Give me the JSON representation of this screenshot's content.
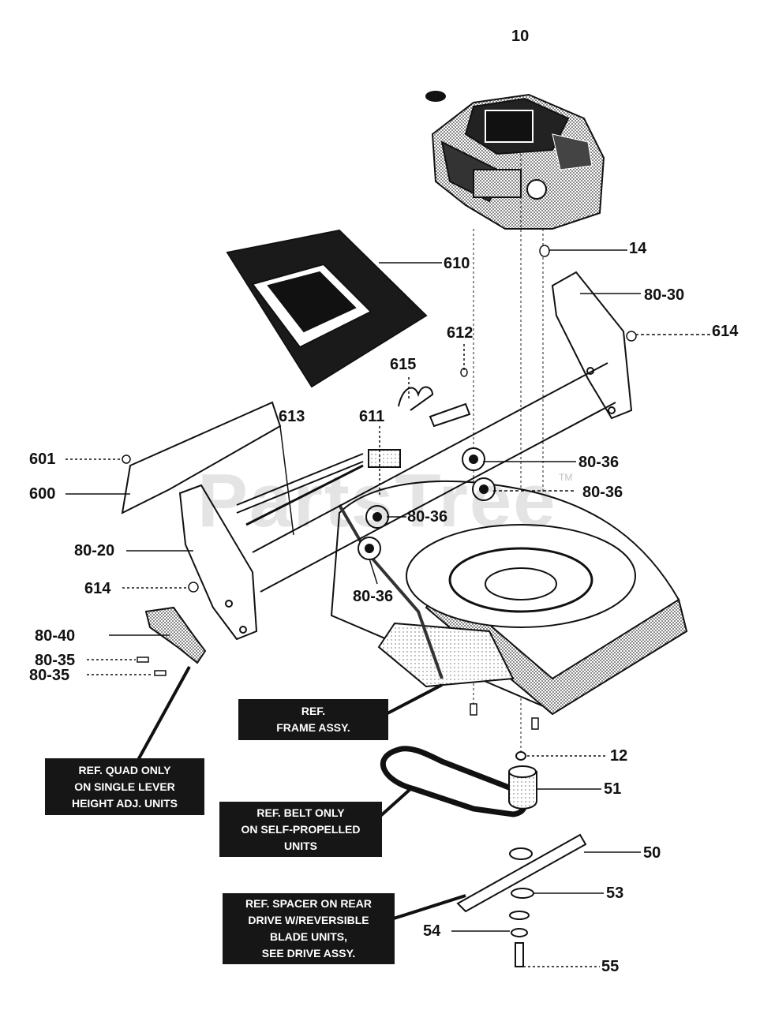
{
  "watermark": {
    "text": "PartsTree",
    "tm": "TM"
  },
  "labels": {
    "p10": "10",
    "p14": "14",
    "p610": "610",
    "p80_30": "80-30",
    "p614_right": "614",
    "p612": "612",
    "p615": "615",
    "p613": "613",
    "p611": "611",
    "p601": "601",
    "p600": "600",
    "p80_36_a": "80-36",
    "p80_36_b": "80-36",
    "p80_36_c": "80-36",
    "p80_36_d": "80-36",
    "p80_20": "80-20",
    "p614_left": "614",
    "p80_40": "80-40",
    "p80_35_a": "80-35",
    "p80_35_b": "80-35",
    "p12": "12",
    "p51": "51",
    "p50": "50",
    "p53": "53",
    "p54": "54",
    "p55": "55"
  },
  "notes": {
    "frame": [
      "REF.",
      "FRAME ASSY."
    ],
    "quad": [
      "REF. QUAD ONLY",
      "ON SINGLE LEVER",
      "HEIGHT ADJ. UNITS"
    ],
    "belt": [
      "REF. BELT ONLY",
      "ON SELF-PROPELLED",
      "UNITS"
    ],
    "spacer": [
      "REF. SPACER ON REAR",
      "DRIVE W/REVERSIBLE",
      "BLADE UNITS,",
      "SEE DRIVE ASSY."
    ]
  },
  "colors": {
    "ink": "#111111",
    "box": "#161616",
    "box_text": "#ffffff",
    "shade": "#9a9a9a"
  }
}
